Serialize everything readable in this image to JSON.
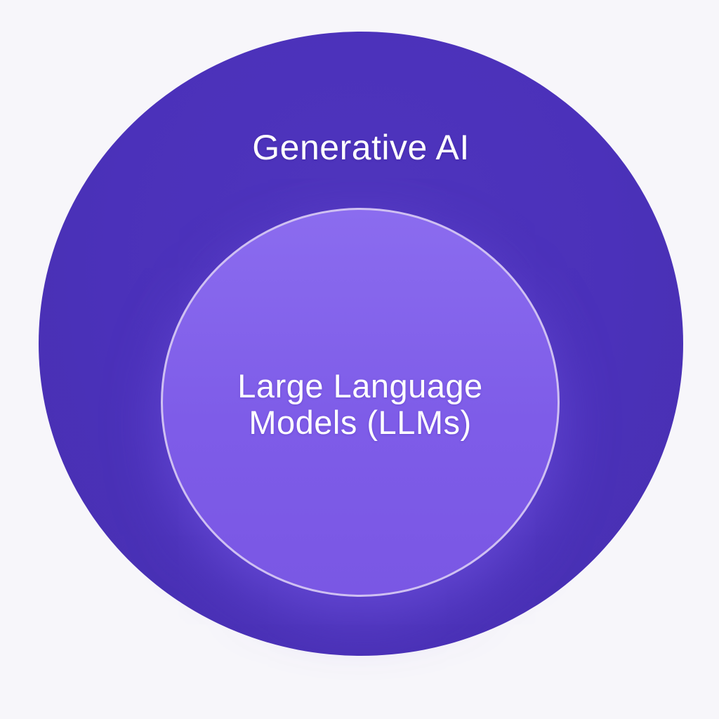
{
  "diagram": {
    "type": "nested-circles",
    "outer_circle": {
      "label": "Generative AI"
    },
    "inner_circle": {
      "label": "Large Language Models (LLMs)",
      "label_line1": "Large Language",
      "label_line2": "Models (LLMs)"
    }
  },
  "colors": {
    "page-bg": "#f7f6fa",
    "outer-fill": "#4b31ba",
    "outer-fill-light": "#4f35bd",
    "outer-fill-dark": "#4730ae",
    "inner-fill": "#7e5ce8",
    "inner-fill-light": "#8b6cef",
    "inner-fill-dark": "#7a57e4",
    "inner-border": "#cfc0f2",
    "label-text": "#ffffff"
  }
}
